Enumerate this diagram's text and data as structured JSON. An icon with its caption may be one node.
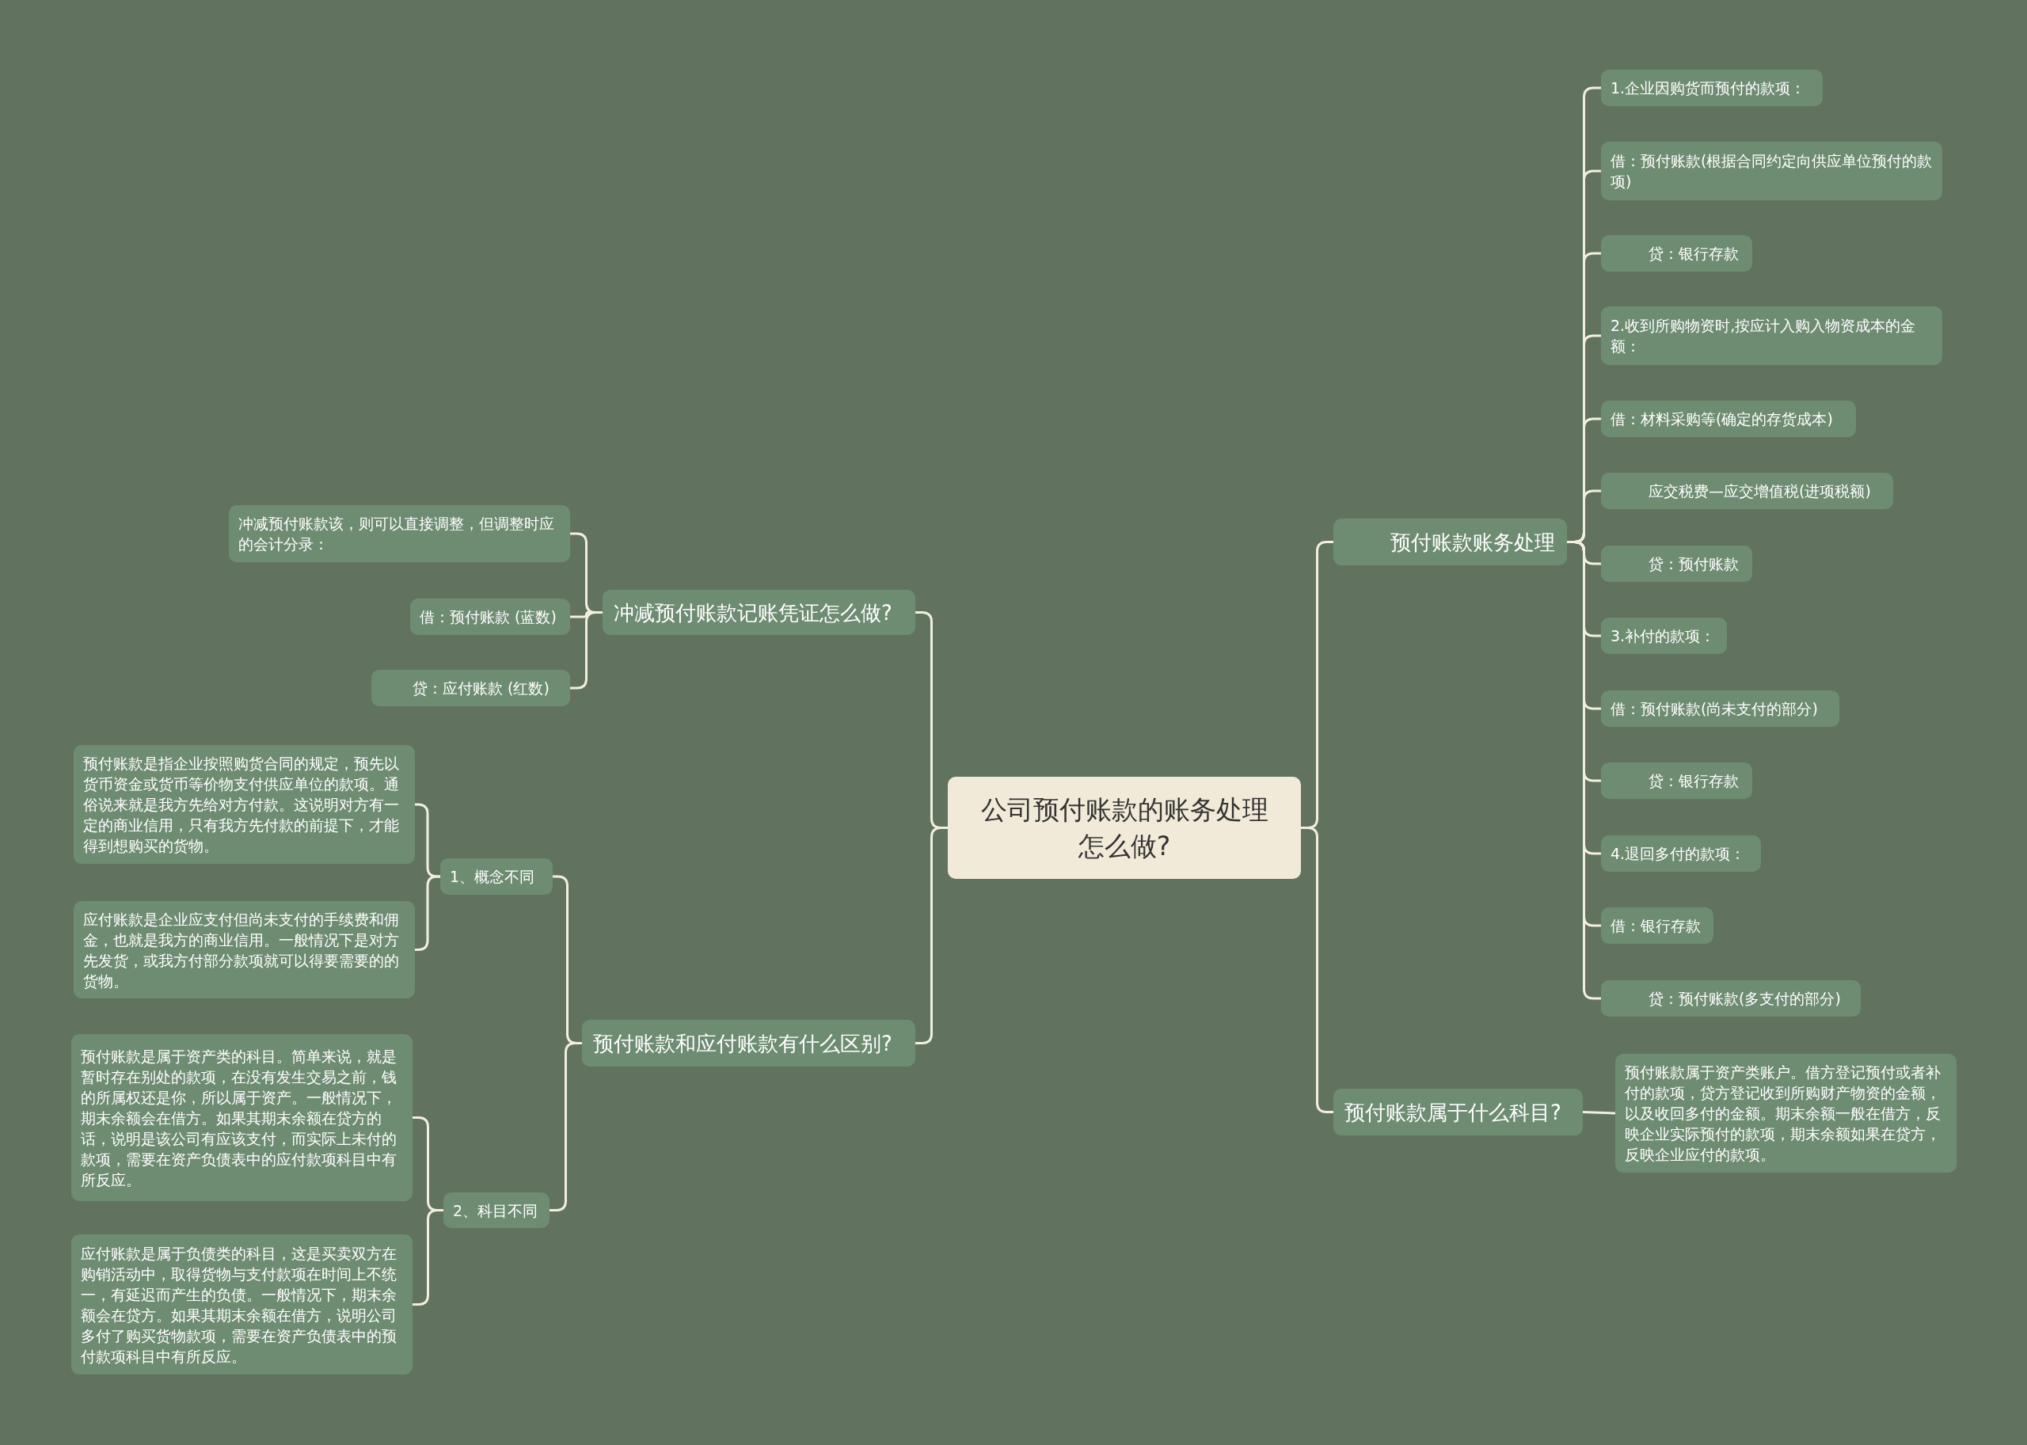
{
  "diagram": {
    "nodes": [
      {
        "text": [
          "公司预付账款的账务处理怎么做?"
        ]
      },
      {
        "text": [
          "冲减预付账款记账凭证怎么做?"
        ]
      },
      {
        "text": [
          "冲减预付账款该，则可以直接调整，但调整时应的会计分录："
        ]
      },
      {
        "text": [
          "借：预付账款 (蓝数)"
        ]
      },
      {
        "text": [
          "贷：应付账款 (红数)"
        ]
      },
      {
        "text": [
          "预付账款和应付账款有什么区别?"
        ]
      },
      {
        "text": [
          "1、概念不同"
        ]
      },
      {
        "text": [
          "预付账款是指企业按照购货合同的规定，预先以货币资金或货币等价物支付供应单位的款项。通俗说来就是我方先给对方付款。这说明对方有一定的商业信用，只有我方先付款的前提下，才能得到想购买的货物。"
        ]
      },
      {
        "text": [
          "应付账款是企业应支付但尚未支付的手续费和佣金，也就是我方的商业信用。一般情况下是对方先发货，或我方付部分款项就可以得要需要的的货物。"
        ]
      },
      {
        "text": [
          "2、科目不同"
        ]
      },
      {
        "text": [
          "预付账款是属于资产类的科目。简单来说，就是暂时存在别处的款项，在没有发生交易之前，钱的所属权还是你，所以属于资产。一般情况下，期末余额会在借方。如果其期末余额在贷方的话，说明是该公司有应该支付，而实际上未付的款项，需要在资产负债表中的应付款项科目中有所反应。"
        ]
      },
      {
        "text": [
          "应付账款是属于负债类的科目，这是买卖双方在购销活动中，取得货物与支付款项在时间上不统一，有延迟而产生的负债。一般情况下，期末余额会在贷方。如果其期末余额在借方，说明公司多付了购买货物款项，需要在资产负债表中的预付款项科目中有所反应。"
        ]
      },
      {
        "text": [
          "预付账款账务处理"
        ]
      },
      {
        "text": [
          "1.企业因购货而预付的款项："
        ]
      },
      {
        "text": [
          "借：预付账款(根据合同约定向供应单位预付的款项)"
        ]
      },
      {
        "text": [
          "贷：银行存款"
        ]
      },
      {
        "text": [
          "2.收到所购物资时,按应计入购入物资成本的金额："
        ]
      },
      {
        "text": [
          "借：材料采购等(确定的存货成本)"
        ]
      },
      {
        "text": [
          "应交税费—应交增值税(进项税额)"
        ]
      },
      {
        "text": [
          "贷：预付账款"
        ]
      },
      {
        "text": [
          "3.补付的款项："
        ]
      },
      {
        "text": [
          "借：预付账款(尚未支付的部分)"
        ]
      },
      {
        "text": [
          "贷：银行存款"
        ]
      },
      {
        "text": [
          "4.退回多付的款项："
        ]
      },
      {
        "text": [
          "借：银行存款"
        ]
      },
      {
        "text": [
          "贷：预付账款(多支付的部分)"
        ]
      },
      {
        "text": [
          "预付账款属于什么科目?"
        ]
      },
      {
        "text": [
          "预付账款属于资产类账户。借方登记预付或者补付的款项，贷方登记收到所购财产物资的金额，以及收回多付的金额。期末余额一般在借方，反映企业实际预付的款项，期末余额如果在贷方，反映企业应付的款项。"
        ]
      }
    ],
    "edges": [
      {
        "from": 0,
        "to": 1,
        "arrow": "none"
      },
      {
        "from": 1,
        "to": 2,
        "arrow": "none"
      },
      {
        "from": 1,
        "to": 3,
        "arrow": "none"
      },
      {
        "from": 1,
        "to": 4,
        "arrow": "none"
      },
      {
        "from": 0,
        "to": 5,
        "arrow": "none"
      },
      {
        "from": 5,
        "to": 6,
        "arrow": "none"
      },
      {
        "from": 6,
        "to": 7,
        "arrow": "none"
      },
      {
        "from": 6,
        "to": 8,
        "arrow": "none"
      },
      {
        "from": 5,
        "to": 9,
        "arrow": "none"
      },
      {
        "from": 9,
        "to": 10,
        "arrow": "none"
      },
      {
        "from": 9,
        "to": 11,
        "arrow": "none"
      },
      {
        "from": 0,
        "to": 12,
        "arrow": "none"
      },
      {
        "from": 12,
        "to": 13,
        "arrow": "none"
      },
      {
        "from": 12,
        "to": 14,
        "arrow": "none"
      },
      {
        "from": 12,
        "to": 15,
        "arrow": "none"
      },
      {
        "from": 12,
        "to": 16,
        "arrow": "none"
      },
      {
        "from": 12,
        "to": 17,
        "arrow": "none"
      },
      {
        "from": 12,
        "to": 18,
        "arrow": "none"
      },
      {
        "from": 12,
        "to": 19,
        "arrow": "none"
      },
      {
        "from": 12,
        "to": 20,
        "arrow": "none"
      },
      {
        "from": 12,
        "to": 21,
        "arrow": "none"
      },
      {
        "from": 12,
        "to": 22,
        "arrow": "none"
      },
      {
        "from": 12,
        "to": 23,
        "arrow": "none"
      },
      {
        "from": 12,
        "to": 24,
        "arrow": "none"
      },
      {
        "from": 12,
        "to": 25,
        "arrow": "none"
      },
      {
        "from": 0,
        "to": 26,
        "arrow": "none"
      },
      {
        "from": 26,
        "to": 27,
        "arrow": "none"
      }
    ]
  }
}
